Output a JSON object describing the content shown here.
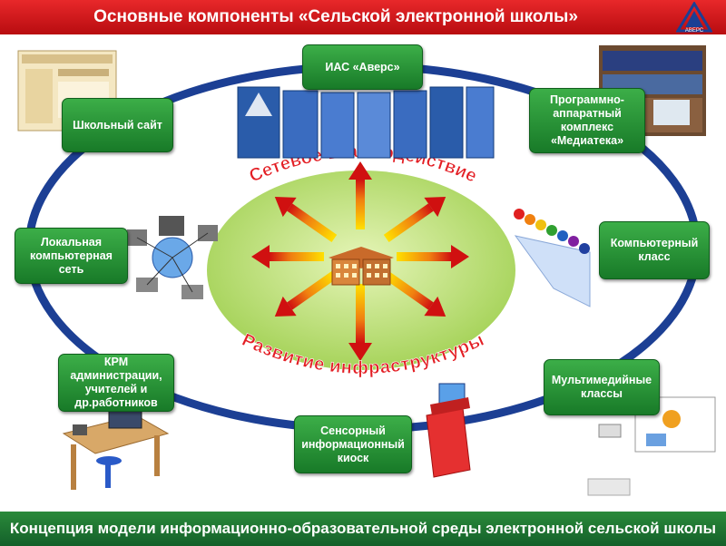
{
  "header": {
    "title": "Основные компоненты «Сельской электронной школы»",
    "logo_icon": "avers-logo-icon"
  },
  "footer": {
    "caption": "Концепция модели информационно-образовательной среды электронной сельской школы"
  },
  "center": {
    "top_arc_label": "Сетевое взаимодействие",
    "bottom_arc_label": "Развитие инфраструктуры",
    "hub_icon": "school-building-icon"
  },
  "nodes": {
    "ias": "ИАС «Аверс»",
    "school_site": "Школьный сайт",
    "mediateka": "Программно-аппаратный комплекс «Медиатека»",
    "lan": "Локальная компьютерная сеть",
    "computer_class": "Компьютерный класс",
    "krm": "КРМ администрации, учителей и др.работников",
    "multimedia": "Мультимедийные классы",
    "kiosk": "Сенсорный информационный киоск"
  },
  "colors": {
    "accent_red": "#e31e24",
    "node_green": "#2e9b3c",
    "ring_blue": "#1c3f94",
    "center_fill": "#b9de74"
  }
}
